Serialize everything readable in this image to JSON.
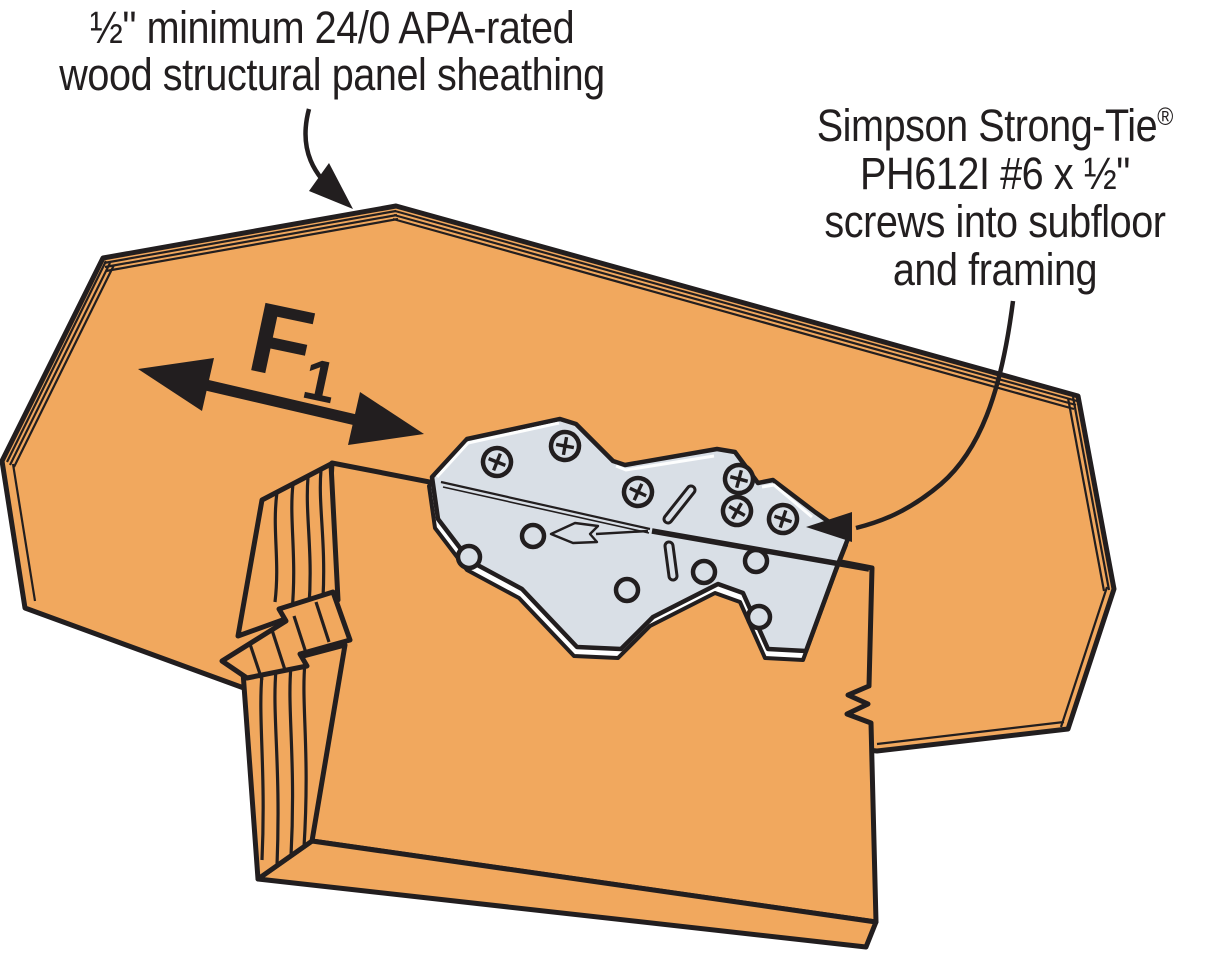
{
  "figure": {
    "annotations": {
      "sheathing": {
        "line1": "½\" minimum 24/0 APA-rated",
        "line2": "wood structural panel sheathing"
      },
      "fastener": {
        "brand": "Simpson Strong-Tie",
        "registered_mark": "®",
        "model_line": "PH612I #6 x ½\"",
        "line3": "screws into subfloor",
        "line4": "and framing"
      }
    },
    "force_label": {
      "base": "F",
      "subscript": "1"
    },
    "colors": {
      "wood": "#F1A85E",
      "outline": "#221E1F",
      "steel": "#D9DFE6",
      "steel_edge": "#FFFFFF",
      "background": "#FFFFFF"
    }
  }
}
